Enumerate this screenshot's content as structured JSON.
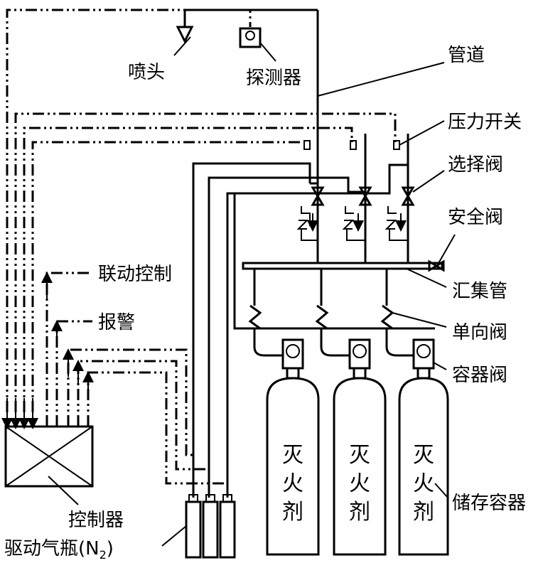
{
  "labels": {
    "nozzle": "喷头",
    "detector": "探测器",
    "pipe": "管道",
    "pressure_switch": "压力开关",
    "selector_valve": "选择阀",
    "safety_valve": "安全阀",
    "manifold": "汇集管",
    "linkage_control": "联动控制",
    "alarm": "报警",
    "check_valve": "单向阀",
    "container_valve": "容器阀",
    "controller": "控制器",
    "drive_cylinder": "驱动气瓶(N",
    "drive_cylinder_sub": "2",
    "drive_cylinder_end": ")",
    "storage_container": "储存容器"
  },
  "cylinders": [
    {
      "chars": [
        "灭",
        "火",
        "剂"
      ]
    },
    {
      "chars": [
        "灭",
        "火",
        "剂"
      ]
    },
    {
      "chars": [
        "灭",
        "火",
        "剂"
      ]
    }
  ]
}
